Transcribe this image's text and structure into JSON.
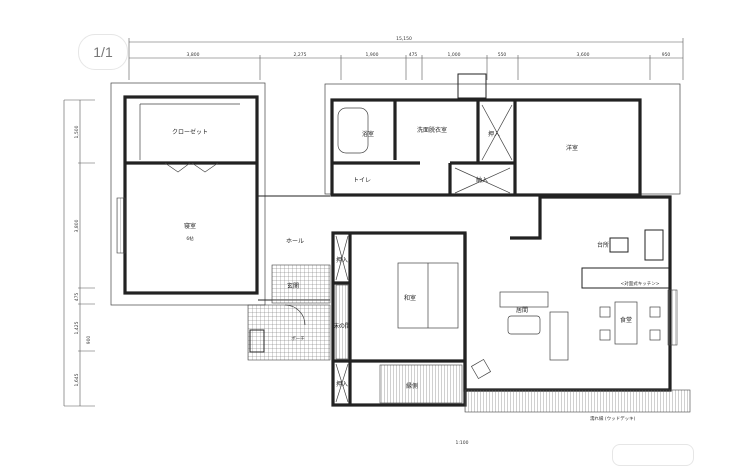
{
  "viewer": {
    "page_indicator": "1/1"
  },
  "dimensions": {
    "total_width": "15,150",
    "top_segments": [
      "3,800",
      "2,275",
      "1,900",
      "475",
      "1,000",
      "550",
      "3,600",
      "950"
    ],
    "left_segments": [
      "1,500",
      "3,800",
      "475",
      "1,425",
      "900",
      "1,645"
    ]
  },
  "rooms": {
    "closet": "クローゼット",
    "bedroom": "寝室",
    "bedroom_size": "6帖",
    "hall": "ホール",
    "entrance": "玄関",
    "porch": "ポーチ",
    "bath": "浴室",
    "washroom": "洗面脱衣室",
    "toilet": "トイレ",
    "storage_top": "押入",
    "storage_mid": "納入",
    "western_room": "洋室",
    "closet_left_upper": "押入",
    "closet_left_lower": "押入",
    "tokonoma": "床の間",
    "japanese_room": "和室",
    "engawa": "縁側",
    "living": "居間",
    "dining": "食堂",
    "kitchen": "台所",
    "kitchen_counter": "<対面式キッチン>",
    "deck_note": "濡れ縁 (ウッドデッキ)"
  },
  "scale": "1:100"
}
